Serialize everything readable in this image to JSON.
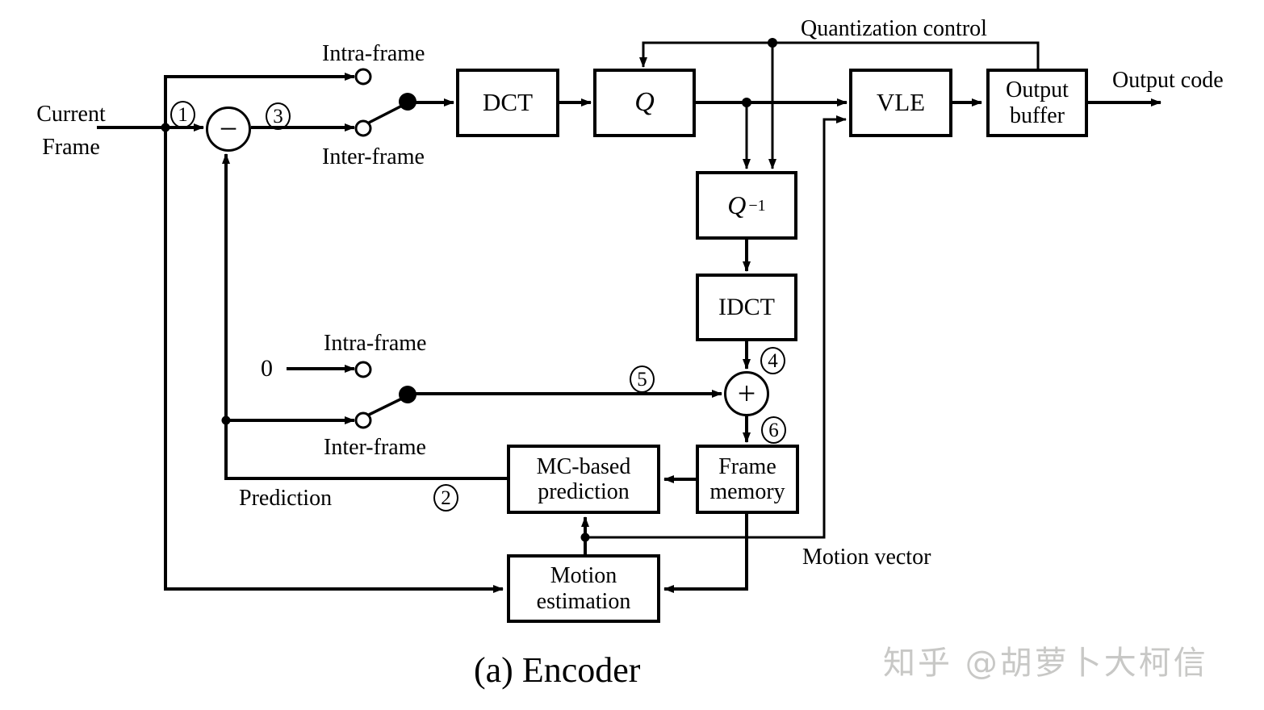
{
  "diagram": {
    "caption": "(a) Encoder",
    "watermark": "知乎 @胡萝卜大柯信",
    "colors": {
      "line": "#000000",
      "background": "#ffffff",
      "watermark": "#c8c8c6"
    },
    "blocks": {
      "dct": "DCT",
      "q": "Q",
      "q_inv_base": "Q",
      "q_inv_sup": "−1",
      "idct": "IDCT",
      "vle": "VLE",
      "output_buffer_line1": "Output",
      "output_buffer_line2": "buffer",
      "frame_memory_line1": "Frame",
      "frame_memory_line2": "memory",
      "mc_prediction_line1": "MC-based",
      "mc_prediction_line2": "prediction",
      "motion_estimation_line1": "Motion",
      "motion_estimation_line2": "estimation"
    },
    "nodes": {
      "subtractor": "−",
      "adder": "+"
    },
    "labels": {
      "current_frame_line1": "Current",
      "current_frame_line2": "Frame",
      "intra_frame_top": "Intra-frame",
      "inter_frame_top": "Inter-frame",
      "intra_frame_mid": "Intra-frame",
      "inter_frame_mid": "Inter-frame",
      "zero_input": "0",
      "prediction": "Prediction",
      "quantization_control": "Quantization control",
      "output_code": "Output code",
      "motion_vector": "Motion vector"
    },
    "steps": {
      "n1": "1",
      "n2": "2",
      "n3": "3",
      "n4": "4",
      "n5": "5",
      "n6": "6"
    }
  }
}
